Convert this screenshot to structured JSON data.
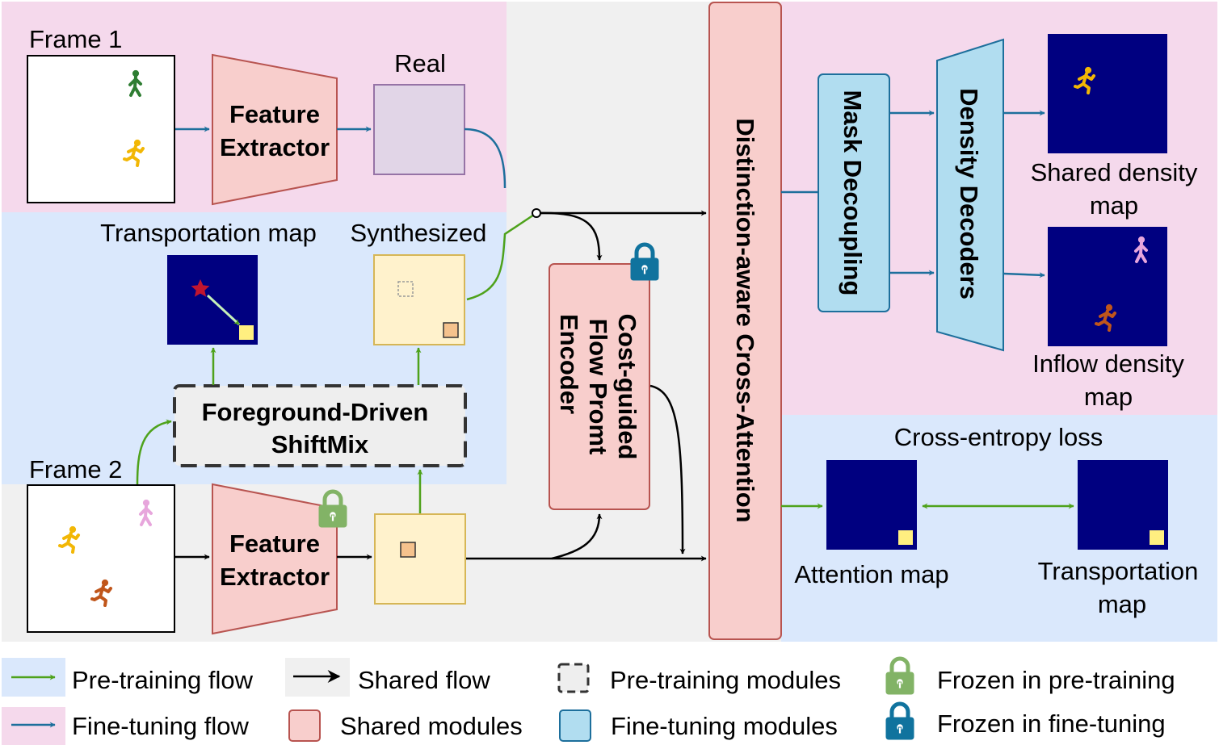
{
  "colors": {
    "pretrain_bg": "#dae8fc",
    "finetune_bg": "#f5d9ec",
    "shared_bg": "#f0f0f0",
    "pretrain_arrow": "#4ea21b",
    "finetune_arrow": "#1d6f9c",
    "shared_arrow": "#000000",
    "shared_module_fill": "#f8cecc",
    "shared_module_stroke": "#b85450",
    "finetune_module_fill": "#b1ddf0",
    "finetune_module_stroke": "#1d6f9c",
    "pretrain_module_fill": "#eeeeee",
    "feature_map_fill": "#fff2cc",
    "feature_map_stroke": "#d6b656",
    "real_fill": "#e1d5e7",
    "real_stroke": "#9673a6",
    "density_map_bg": "#000080",
    "lock_green": "#82b366",
    "lock_blue": "#10739e"
  },
  "frame1": {
    "title": "Frame 1",
    "people": [
      "walking-person-icon",
      "running-person-icon"
    ]
  },
  "frame2": {
    "title": "Frame 2",
    "people": [
      "running-person-icon",
      "walking-person-icon",
      "running-person-icon"
    ]
  },
  "feature_extractor_top": {
    "line1": "Feature",
    "line2": "Extractor"
  },
  "feature_extractor_bottom": {
    "line1": "Feature",
    "line2": "Extractor",
    "lock": "frozen-in-pretraining-lock-icon"
  },
  "real": {
    "label": "Real"
  },
  "transportation_map": {
    "label": "Transportation map",
    "source_icon": "red-star-icon",
    "target_icon": "yellow-square-icon"
  },
  "synthesized": {
    "label": "Synthesized"
  },
  "shiftmix": {
    "line1": "Foreground-Driven",
    "line2": "ShiftMix"
  },
  "flow_encoder": {
    "line1": "Cost-guided",
    "line2": "Flow Promt",
    "line3": "Encoder",
    "lock": "frozen-in-finetuning-lock-icon"
  },
  "cross_attention": {
    "label": "Distinction-aware Cross-Attention"
  },
  "mask_decoupling": {
    "label": "Mask Decoupling"
  },
  "density_decoders": {
    "label": "Density Decoders"
  },
  "shared_density_map": {
    "line1": "Shared density",
    "line2": "map"
  },
  "inflow_density_map": {
    "line1": "Inflow density",
    "line2": "map"
  },
  "cross_entropy": {
    "label": "Cross-entropy loss"
  },
  "attention_map": {
    "label": "Attention map"
  },
  "transportation_map_out": {
    "line1": "Transportation",
    "line2": "map"
  },
  "legend": {
    "pretraining_flow": "Pre-training flow",
    "finetuning_flow": "Fine-tuning flow",
    "shared_flow": "Shared flow",
    "shared_modules": "Shared modules",
    "pretraining_modules": "Pre-training modules",
    "finetuning_modules": "Fine-tuning modules",
    "frozen_pretraining": "Frozen in pre-training",
    "frozen_finetuning": "Frozen in fine-tuning"
  }
}
